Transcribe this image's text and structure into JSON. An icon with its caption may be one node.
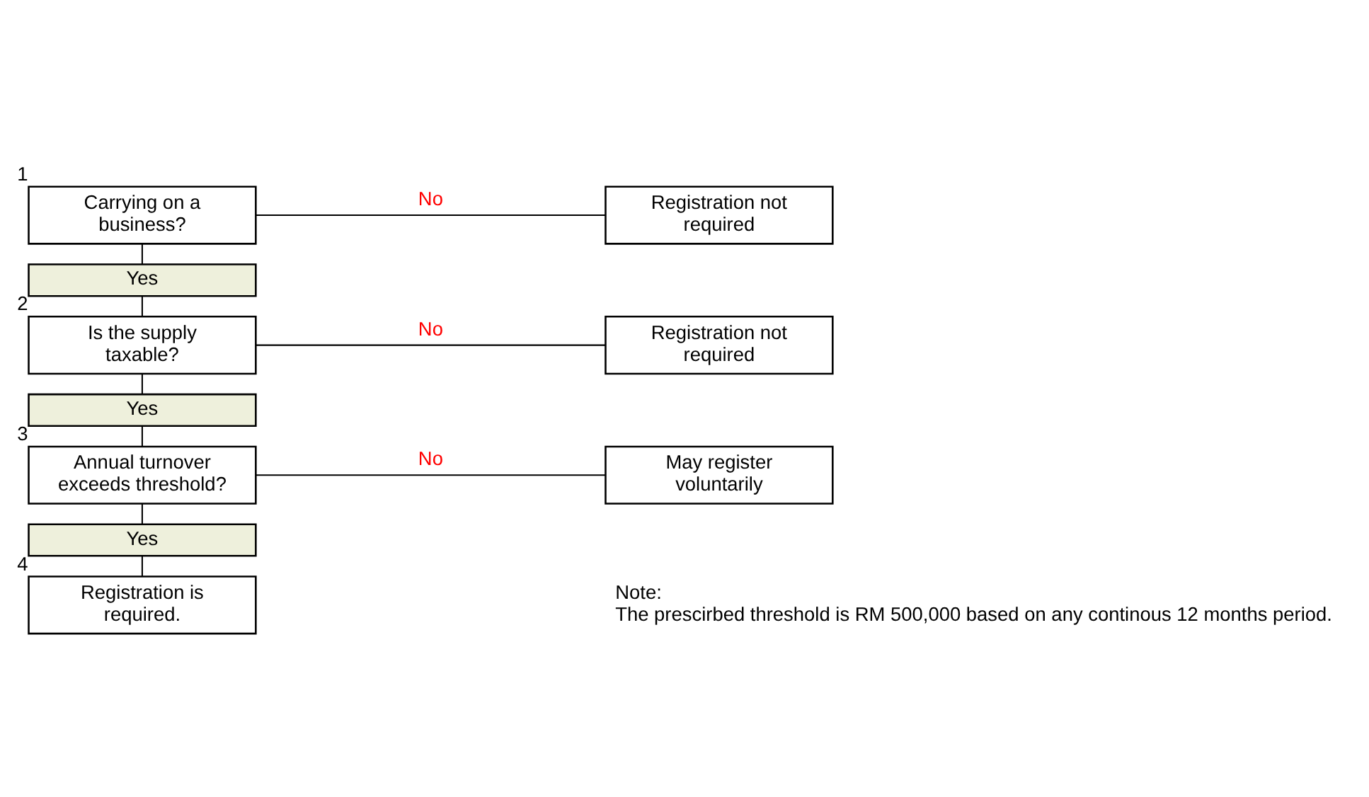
{
  "diagram": {
    "nodes": [
      {
        "text": [
          "Carrying on a business?"
        ],
        "beside": [
          "1"
        ]
      },
      {
        "text": [
          "Yes"
        ]
      },
      {
        "text": [
          "Is the supply taxable?"
        ],
        "beside": [
          "2"
        ]
      },
      {
        "text": [
          "Yes"
        ]
      },
      {
        "text": [
          "Annual turnover exceeds threshold?"
        ],
        "beside": [
          "3"
        ]
      },
      {
        "text": [
          "Yes"
        ]
      },
      {
        "text": [
          "Registration is required."
        ],
        "beside": [
          "4"
        ]
      },
      {
        "text": [
          "Registration not required"
        ]
      },
      {
        "text": [
          "Registration not required"
        ]
      },
      {
        "text": [
          "May register voluntarily"
        ]
      }
    ],
    "edges": [
      {
        "from": 0,
        "to": 1,
        "arrow": "none"
      },
      {
        "from": 1,
        "to": 2,
        "arrow": "none"
      },
      {
        "from": 2,
        "to": 3,
        "arrow": "none"
      },
      {
        "from": 3,
        "to": 4,
        "arrow": "none"
      },
      {
        "from": 4,
        "to": 5,
        "arrow": "none"
      },
      {
        "from": 5,
        "to": 6,
        "arrow": "none"
      },
      {
        "from": 0,
        "to": 7,
        "label": "No",
        "arrow": "none"
      },
      {
        "from": 2,
        "to": 8,
        "label": "No",
        "arrow": "none"
      },
      {
        "from": 4,
        "to": 9,
        "label": "No",
        "arrow": "none"
      }
    ],
    "labels": [
      "Note:",
      "The prescirbed threshold is RM 500,000 based on any continous 12 months period."
    ]
  }
}
